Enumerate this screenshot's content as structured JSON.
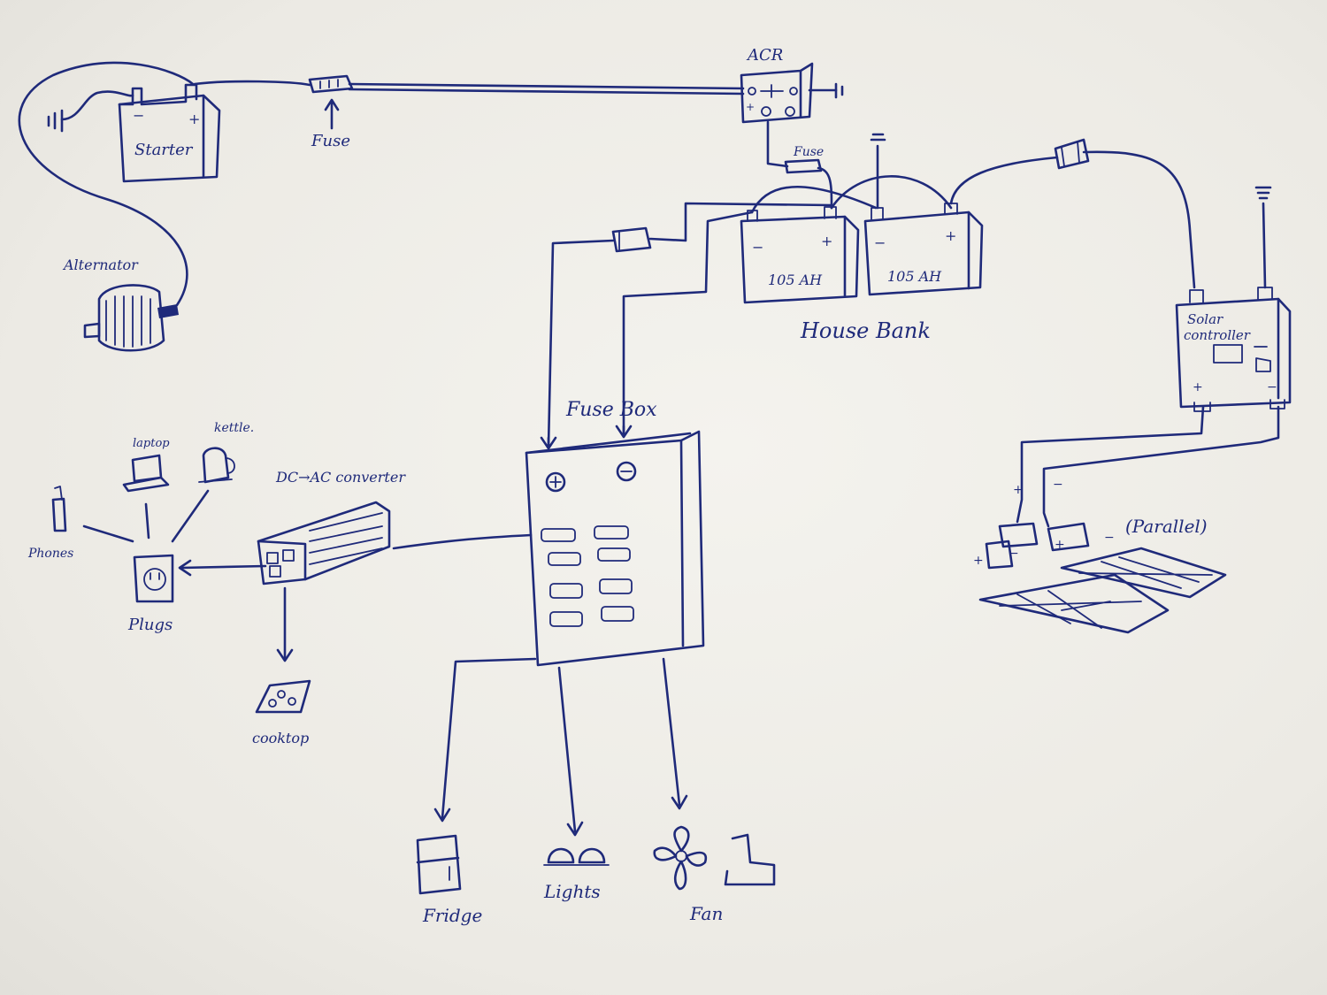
{
  "labels": {
    "starter": "Starter",
    "fuse_top": "Fuse",
    "acr": "ACR",
    "fuse_small": "Fuse",
    "alternator": "Alternator",
    "battery_1": "105 AH",
    "battery_2": "105 AH",
    "house_bank": "House Bank",
    "solar_controller_line1": "Solar",
    "solar_controller_line2": "controller",
    "parallel": "(Parallel)",
    "fuse_box": "Fuse Box",
    "dc_ac": "DC→AC converter",
    "laptop": "laptop",
    "kettle": "kettle.",
    "phones": "Phones",
    "plugs": "Plugs",
    "cooktop": "cooktop",
    "fridge": "Fridge",
    "lights": "Lights",
    "fan": "Fan"
  },
  "colors": {
    "ink": "#1f2a7a",
    "paper": "#efeee9"
  }
}
